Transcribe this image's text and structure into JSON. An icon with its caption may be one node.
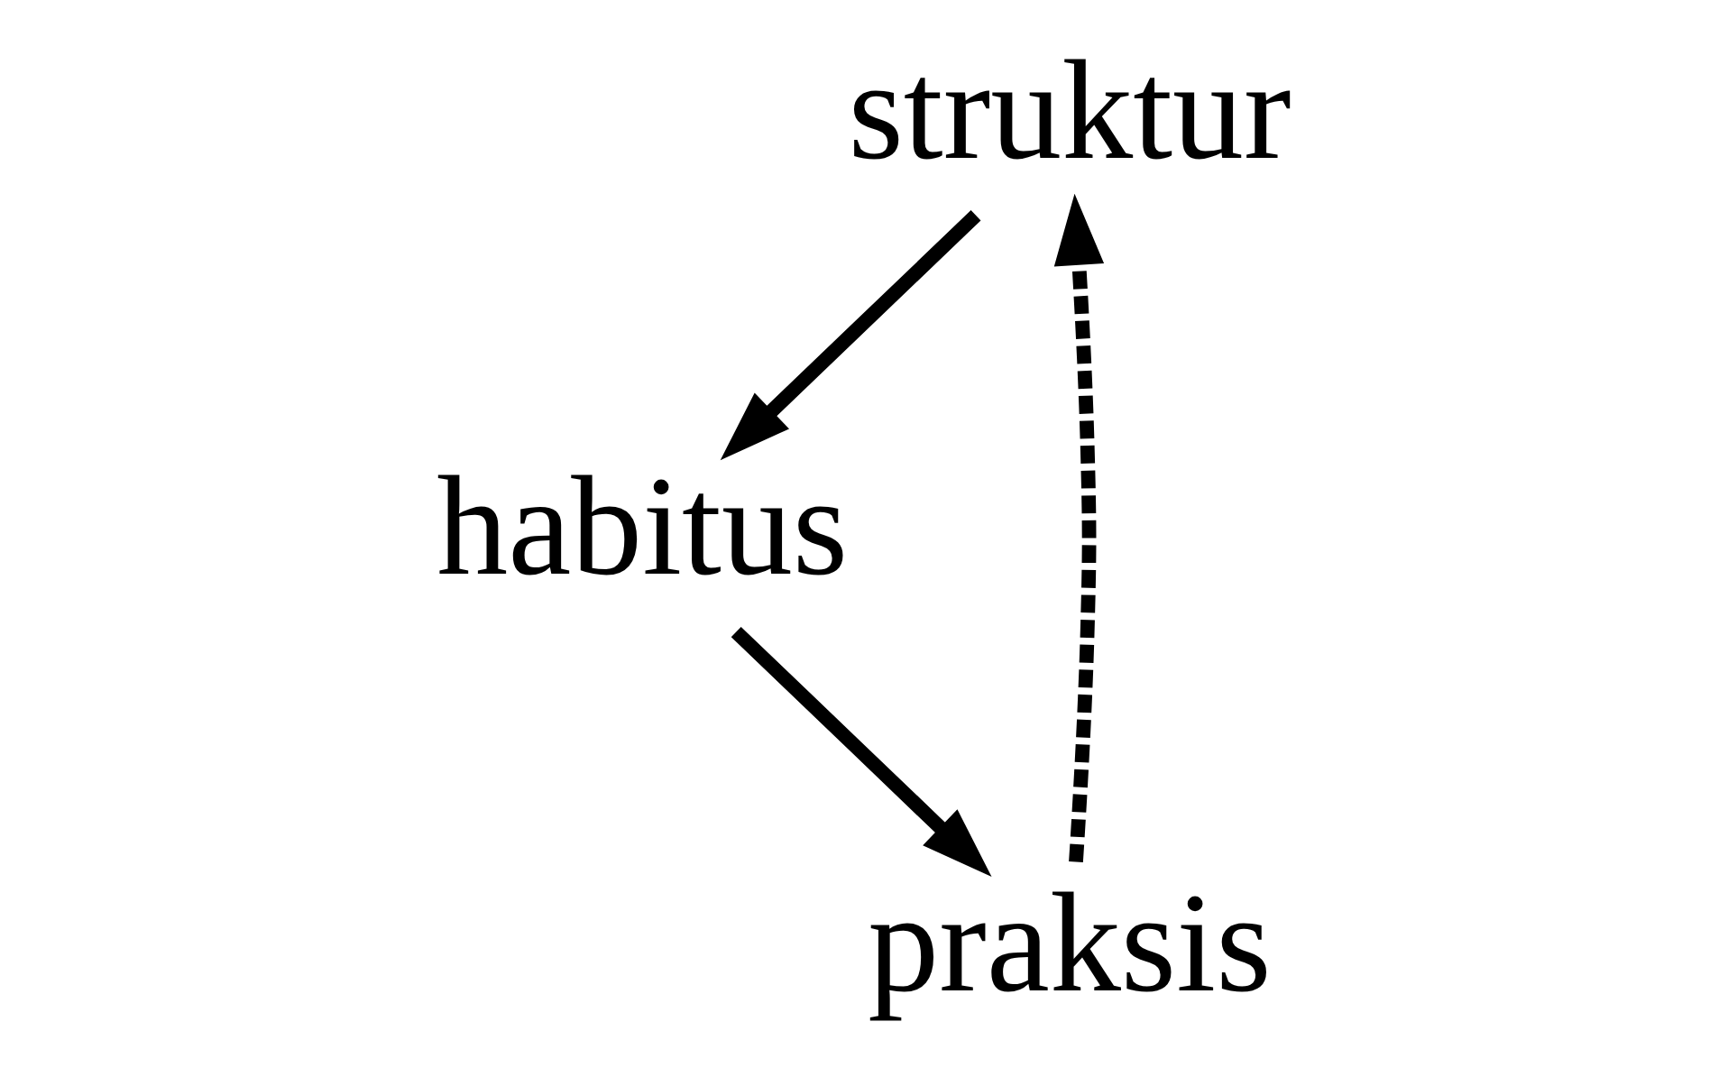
{
  "diagram": {
    "nodes": [
      {
        "text": [
          "struktur"
        ]
      },
      {
        "text": [
          "habitus"
        ]
      },
      {
        "text": [
          "praksis"
        ]
      }
    ],
    "edges": [
      {
        "from": 0,
        "to": 1,
        "arrow": "to"
      },
      {
        "from": 1,
        "to": 2,
        "arrow": "to"
      },
      {
        "from": 2,
        "to": 0,
        "arrow": "to",
        "style": "dashed"
      }
    ]
  }
}
